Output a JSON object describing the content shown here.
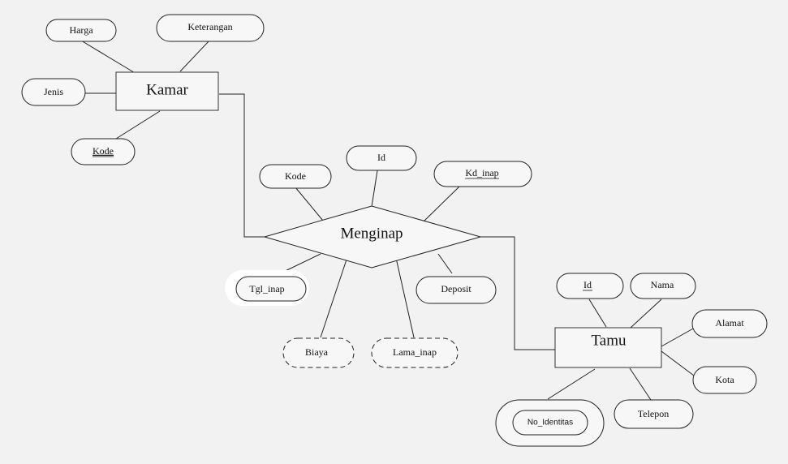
{
  "entities": {
    "kamar": "Kamar",
    "tamu": "Tamu"
  },
  "relationships": {
    "menginap": "Menginap"
  },
  "attributes": {
    "harga": "Harga",
    "keterangan": "Keterangan",
    "jenis": "Jenis",
    "kode_kamar": "Kode",
    "kode_menginap": "Kode",
    "id_menginap": "Id",
    "kd_inap": "Kd_inap",
    "tgl_inap": "Tgl_inap",
    "deposit": "Deposit",
    "biaya": "Biaya",
    "lama_inap": "Lama_inap",
    "id_tamu": "Id",
    "nama": "Nama",
    "alamat": "Alamat",
    "kota": "Kota",
    "telepon": "Telepon",
    "no_identitas": "No_Identitas"
  }
}
